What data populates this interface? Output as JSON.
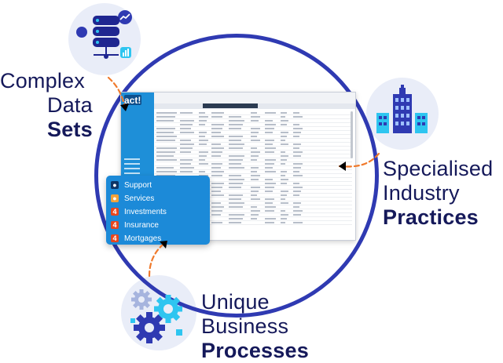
{
  "labels": {
    "complex_data": {
      "line1": "Complex",
      "line2": "Data",
      "line3": "Sets"
    },
    "industry": {
      "line1": "Specialised",
      "line2": "Industry",
      "line3": "Practices"
    },
    "business": {
      "line1": "Unique",
      "line2": "Business",
      "line3": "Processes"
    }
  },
  "app": {
    "logo": "act!"
  },
  "menu": {
    "items": [
      {
        "label": "Support",
        "icon": "people-icon"
      },
      {
        "label": "Services",
        "icon": "services-icon"
      },
      {
        "label": "Investments",
        "icon": "investments-icon"
      },
      {
        "label": "Insurance",
        "icon": "insurance-icon"
      },
      {
        "label": "Mortgages",
        "icon": "mortgages-icon"
      }
    ]
  },
  "colors": {
    "ring": "#2f3ab2",
    "accent": "#f07a2c",
    "text": "#15195a",
    "panel": "#1c8ad8"
  }
}
